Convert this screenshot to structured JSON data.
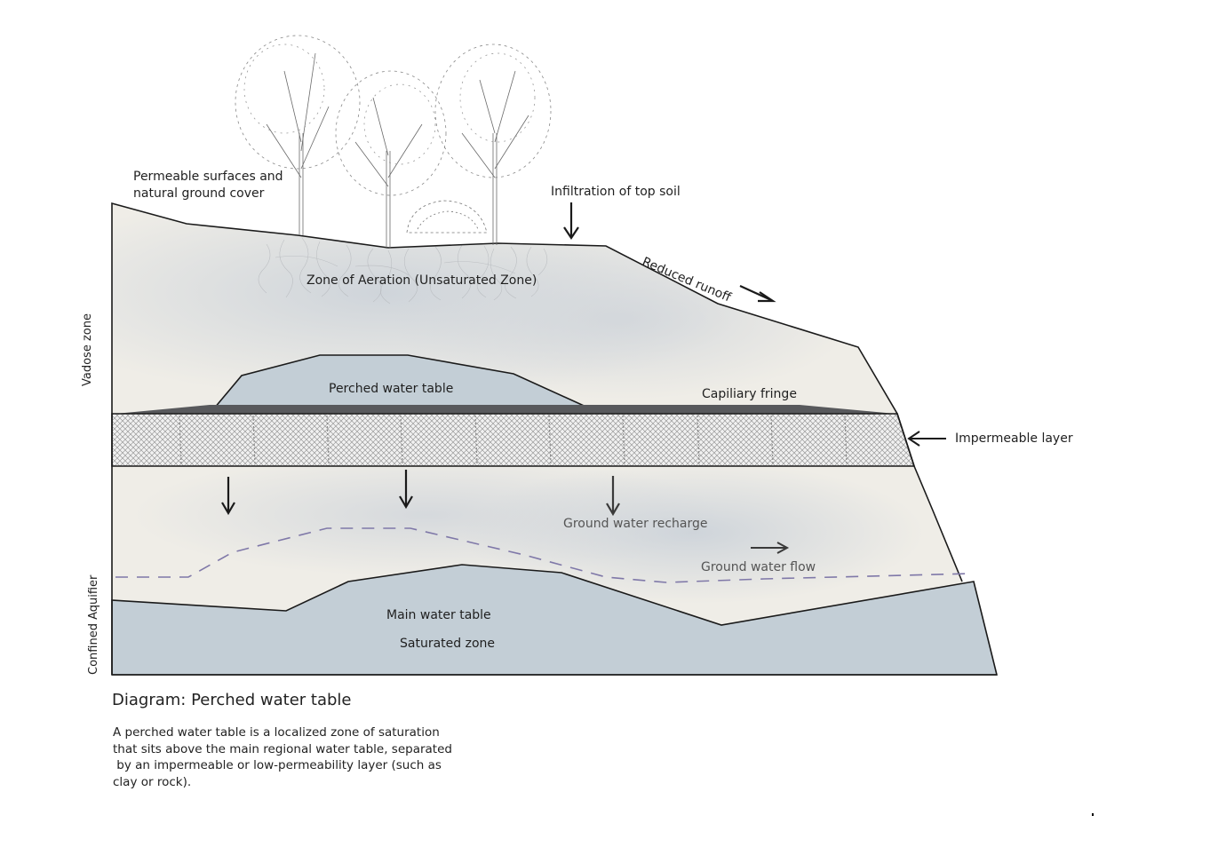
{
  "diagram": {
    "title": "Diagram: Perched water table",
    "description_lines": [
      "A perched water table is a localized zone of saturation",
      "that sits above the main regional water table, separated",
      " by an impermeable or low-permeability layer (such as",
      "clay or rock)."
    ],
    "side_labels": {
      "upper": "Vadose zone",
      "lower": "Confined Aquifier"
    },
    "labels": {
      "surface_line1": "Permeable surfaces and",
      "surface_line2": "natural ground cover",
      "infiltration": "Infiltration of top soil",
      "runoff": "Reduced runoff",
      "aeration_zone": "Zone of Aeration (Unsaturated Zone)",
      "perched_table": "Perched water table",
      "capillary_fringe": "Capiliary fringe",
      "impermeable_layer": "Impermeable layer",
      "recharge": "Ground water recharge",
      "flow": "Ground water flow",
      "main_table": "Main water table",
      "saturated_zone": "Saturated zone"
    },
    "colors": {
      "soil": "#efede7",
      "soil_shade": "#d9dde2",
      "water": "#c3ced6",
      "capillary": "#58595c",
      "outline": "#1a1a1a",
      "water_table_dash": "#7f78a8",
      "hatch": "#8c8c8c"
    },
    "illustration": {
      "trees": 3,
      "shrubs": 1
    }
  }
}
